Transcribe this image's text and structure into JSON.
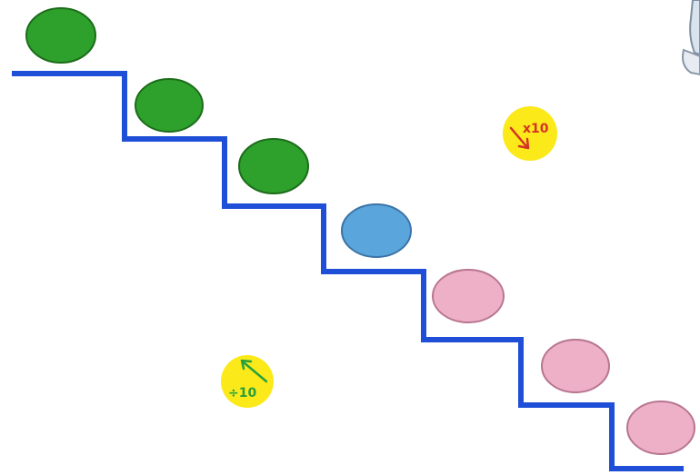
{
  "diagram": {
    "colors": {
      "stair_line": "#1f4fd6",
      "green": "#2ea02c",
      "green_edge": "#1c6d1a",
      "blue": "#5aa5dc",
      "blue_edge": "#3b74a6",
      "pink": "#eeb0c7",
      "pink_edge": "#b87590",
      "badge_fill": "#fbe91a",
      "multiply_color": "#d53228",
      "divide_color": "#2aa03a"
    },
    "steps": [
      {
        "color": "green"
      },
      {
        "color": "green"
      },
      {
        "color": "green"
      },
      {
        "color": "blue"
      },
      {
        "color": "pink"
      },
      {
        "color": "pink"
      },
      {
        "color": "pink"
      }
    ],
    "multiply_badge": {
      "label": "x10",
      "arrow": "down-right-arrow"
    },
    "divide_badge": {
      "label": "÷10",
      "arrow": "up-left-arrow"
    },
    "corner_illustration": "robot-figure"
  }
}
